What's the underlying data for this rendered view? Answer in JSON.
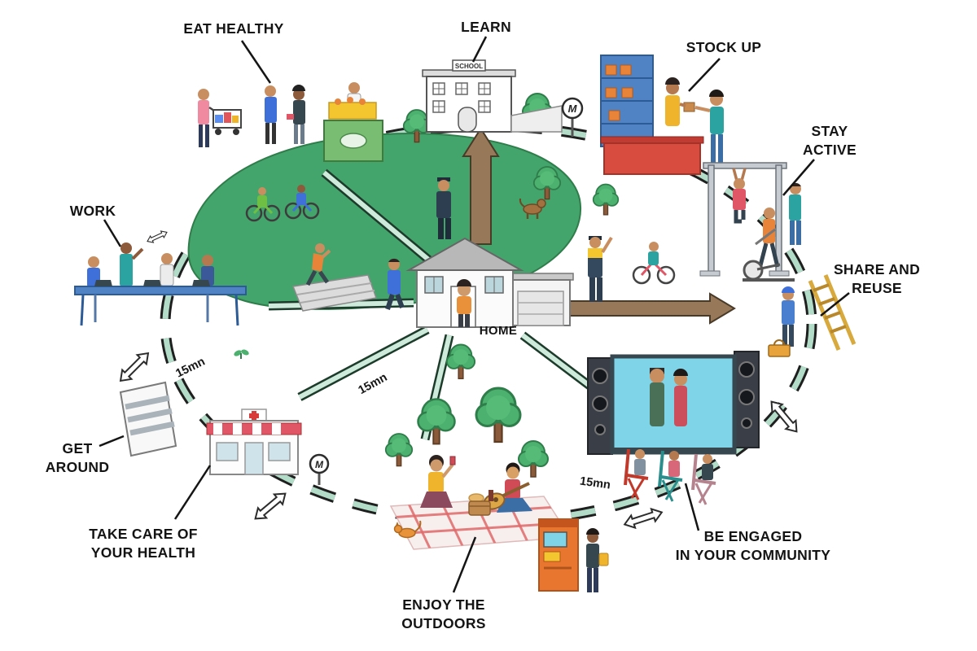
{
  "diagram": {
    "center_label": "HOME",
    "ring_time_markers": [
      "15mn",
      "15mn",
      "15mn"
    ],
    "activities": [
      {
        "id": "eat-healthy",
        "lines": [
          "EAT HEALTHY"
        ]
      },
      {
        "id": "learn",
        "lines": [
          "LEARN"
        ]
      },
      {
        "id": "stock-up",
        "lines": [
          "STOCK UP"
        ]
      },
      {
        "id": "stay-active",
        "lines": [
          "STAY",
          "ACTIVE"
        ]
      },
      {
        "id": "share-and-reuse",
        "lines": [
          "SHARE AND",
          "REUSE"
        ]
      },
      {
        "id": "be-engaged-in-your-community",
        "lines": [
          "BE ENGAGED",
          "IN YOUR COMMUNITY"
        ]
      },
      {
        "id": "enjoy-the-outdoors",
        "lines": [
          "ENJOY THE",
          "OUTDOORS"
        ]
      },
      {
        "id": "take-care-of-your-health",
        "lines": [
          "TAKE CARE OF",
          "YOUR HEALTH"
        ]
      },
      {
        "id": "get-around",
        "lines": [
          "GET",
          "AROUND"
        ]
      },
      {
        "id": "work",
        "lines": [
          "WORK"
        ]
      }
    ],
    "signs": {
      "school": "SCHOOL",
      "metro": [
        "M",
        "M"
      ]
    },
    "colors": {
      "background": "#ffffff",
      "park_green": "#44a56c",
      "ring_dash_green": "#b2dcc8",
      "road_green": "#cdeadb",
      "arrow_brown": "#97795a",
      "label_text": "#141414",
      "screen_blue": "#7fd4e8",
      "counter_red": "#d84b3f",
      "shelf_blue": "#4f83c4"
    }
  }
}
